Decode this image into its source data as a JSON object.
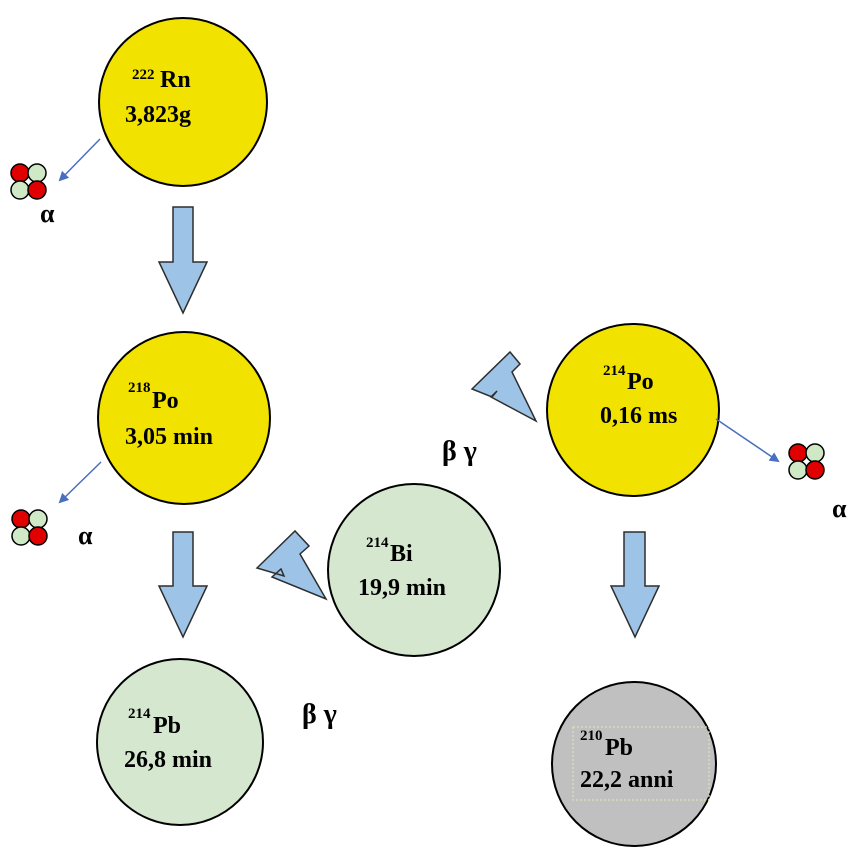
{
  "nuclides": [
    {
      "id": "rn222",
      "mass": "222",
      "symbol": "Rn",
      "half_life": "3,823g",
      "color": "#f2e200"
    },
    {
      "id": "po218",
      "mass": "218",
      "symbol": "Po",
      "half_life": "3,05 min",
      "color": "#f2e200"
    },
    {
      "id": "pb214",
      "mass": "214",
      "symbol": "Pb",
      "half_life": "26,8 min",
      "color": "#d5e8cf"
    },
    {
      "id": "bi214",
      "mass": "214",
      "symbol": "Bi",
      "half_life": "19,9 min",
      "color": "#d5e8cf"
    },
    {
      "id": "po214",
      "mass": "214",
      "symbol": "Po",
      "half_life": "0,16 ms",
      "color": "#f2e200"
    },
    {
      "id": "pb210",
      "mass": "210",
      "symbol": "Pb",
      "half_life": "22,2 anni",
      "color": "#c0c0c0"
    }
  ],
  "labels": {
    "alpha": "α",
    "beta_gamma": "β γ"
  },
  "colors": {
    "arrow_fill": "#9dc3e6",
    "arrow_stroke": "#2e2e2e",
    "emission_line": "#4a6fbf",
    "particle_red": "#e00000",
    "particle_green": "#cfe8c6"
  }
}
